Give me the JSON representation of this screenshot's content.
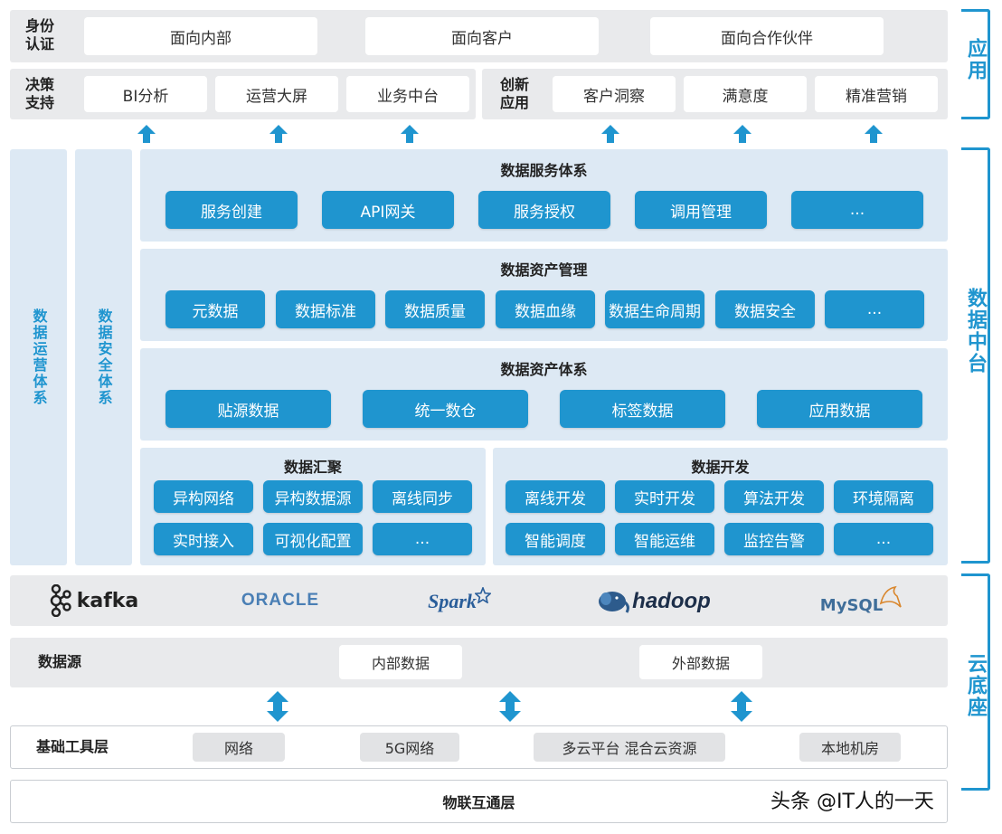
{
  "side_labels": {
    "app": "应用",
    "middle": "数据中台",
    "base": "云底座"
  },
  "row1": {
    "label": "身份\n认证",
    "items": [
      "面向内部",
      "面向客户",
      "面向合作伙伴"
    ]
  },
  "row2": {
    "left_label": "决策\n支持",
    "left_items": [
      "BI分析",
      "运营大屏",
      "业务中台"
    ],
    "right_label": "创新\n应用",
    "right_items": [
      "客户洞察",
      "满意度",
      "精准营销"
    ]
  },
  "vertical_panels": {
    "ops": "数据运营体系",
    "security": "数据安全体系"
  },
  "service": {
    "title": "数据服务体系",
    "items": [
      "服务创建",
      "API网关",
      "服务授权",
      "调用管理",
      "..."
    ]
  },
  "asset_mgmt": {
    "title": "数据资产管理",
    "items": [
      "元数据",
      "数据标准",
      "数据质量",
      "数据血缘",
      "数据生命周期",
      "数据安全",
      "..."
    ]
  },
  "asset_system": {
    "title": "数据资产体系",
    "items": [
      "贴源数据",
      "统一数仓",
      "标签数据",
      "应用数据"
    ]
  },
  "collect": {
    "title": "数据汇聚",
    "items": [
      "异构网络",
      "异构数据源",
      "离线同步",
      "实时接入",
      "可视化配置",
      "..."
    ]
  },
  "develop": {
    "title": "数据开发",
    "items": [
      "离线开发",
      "实时开发",
      "算法开发",
      "环境隔离",
      "智能调度",
      "智能运维",
      "监控告警",
      "..."
    ]
  },
  "logos": {
    "kafka": "kafka",
    "oracle": "ORACLE",
    "spark": "Spark",
    "hadoop": "hadoop",
    "mysql": "MySQL"
  },
  "datasource": {
    "label": "数据源",
    "items": [
      "内部数据",
      "外部数据"
    ]
  },
  "infra": {
    "label": "基础工具层",
    "items": [
      "网络",
      "5G网络",
      "多云平台 混合云资源",
      "本地机房"
    ]
  },
  "iot": {
    "label": "物联互通层"
  },
  "watermark": "头条 @IT人的一天",
  "colors": {
    "accent": "#1f95cf",
    "panel": "#dde9f4",
    "band": "#e9eaec"
  }
}
